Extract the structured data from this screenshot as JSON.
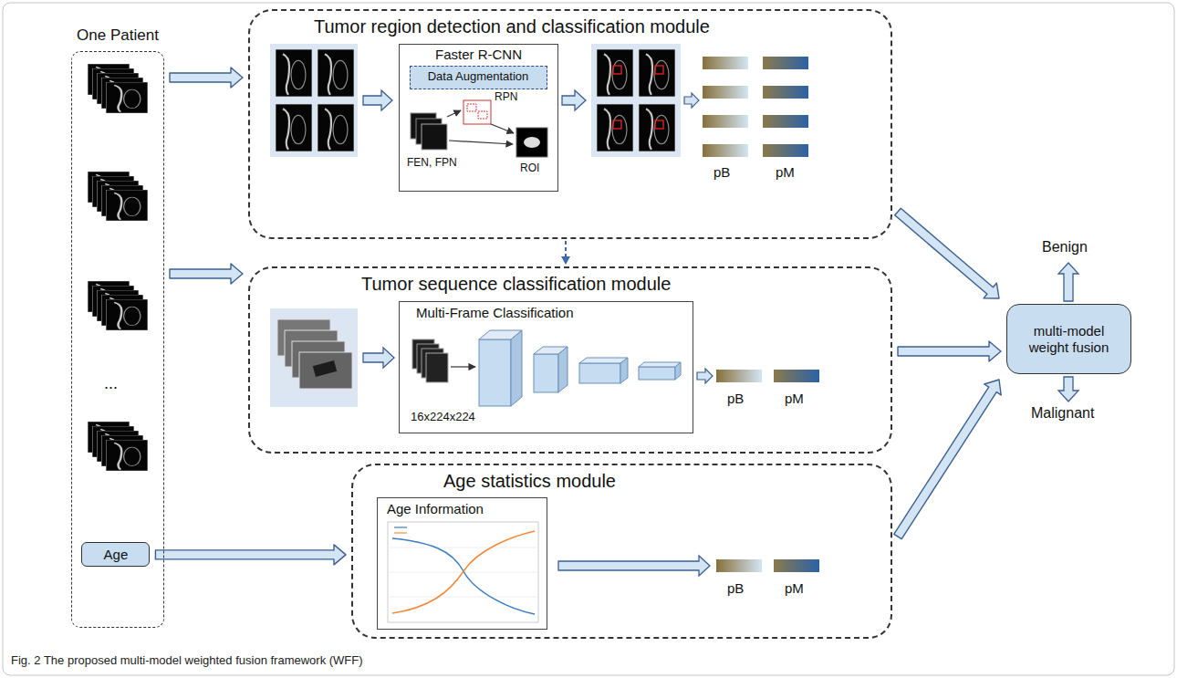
{
  "diagram": {
    "caption": "Fig. 2 The proposed multi-model weighted fusion framework (WFF)",
    "nodes": [
      {
        "text": [
          "One Patient"
        ]
      },
      {
        "text": [
          "Age"
        ],
        "in": 0
      },
      {
        "text": [
          "Tumor region detection and classification module"
        ]
      },
      {
        "text": [
          "Faster R-CNN"
        ],
        "in": 2
      },
      {
        "text": [
          "Data Augmentation"
        ],
        "in": 3
      },
      {
        "text": [
          "Tumor sequence classification module"
        ]
      },
      {
        "text": [
          "Multi-Frame Classification"
        ],
        "in": 5
      },
      {
        "text": [
          "Age statistics module"
        ]
      },
      {
        "text": [
          "Age Information"
        ],
        "in": 7
      },
      {
        "text": [
          "multi-model weight fusion"
        ]
      }
    ],
    "edges": [
      {
        "from": 0,
        "to": 2,
        "arrow": "to"
      },
      {
        "from": 0,
        "to": 5,
        "arrow": "to"
      },
      {
        "from": 1,
        "to": 7,
        "arrow": "to"
      },
      {
        "from": 2,
        "to": 5,
        "arrow": "to"
      },
      {
        "from": 2,
        "to": 9,
        "arrow": "to"
      },
      {
        "from": 5,
        "to": 9,
        "arrow": "to"
      },
      {
        "from": 7,
        "to": 9,
        "arrow": "to"
      }
    ],
    "labels": [
      "FEN, FPN",
      "RPN",
      "ROI",
      "pB",
      "pM",
      "16x224x224",
      "pB",
      "pM",
      "pB",
      "pM",
      "Benign",
      "Malignant",
      "..."
    ]
  }
}
